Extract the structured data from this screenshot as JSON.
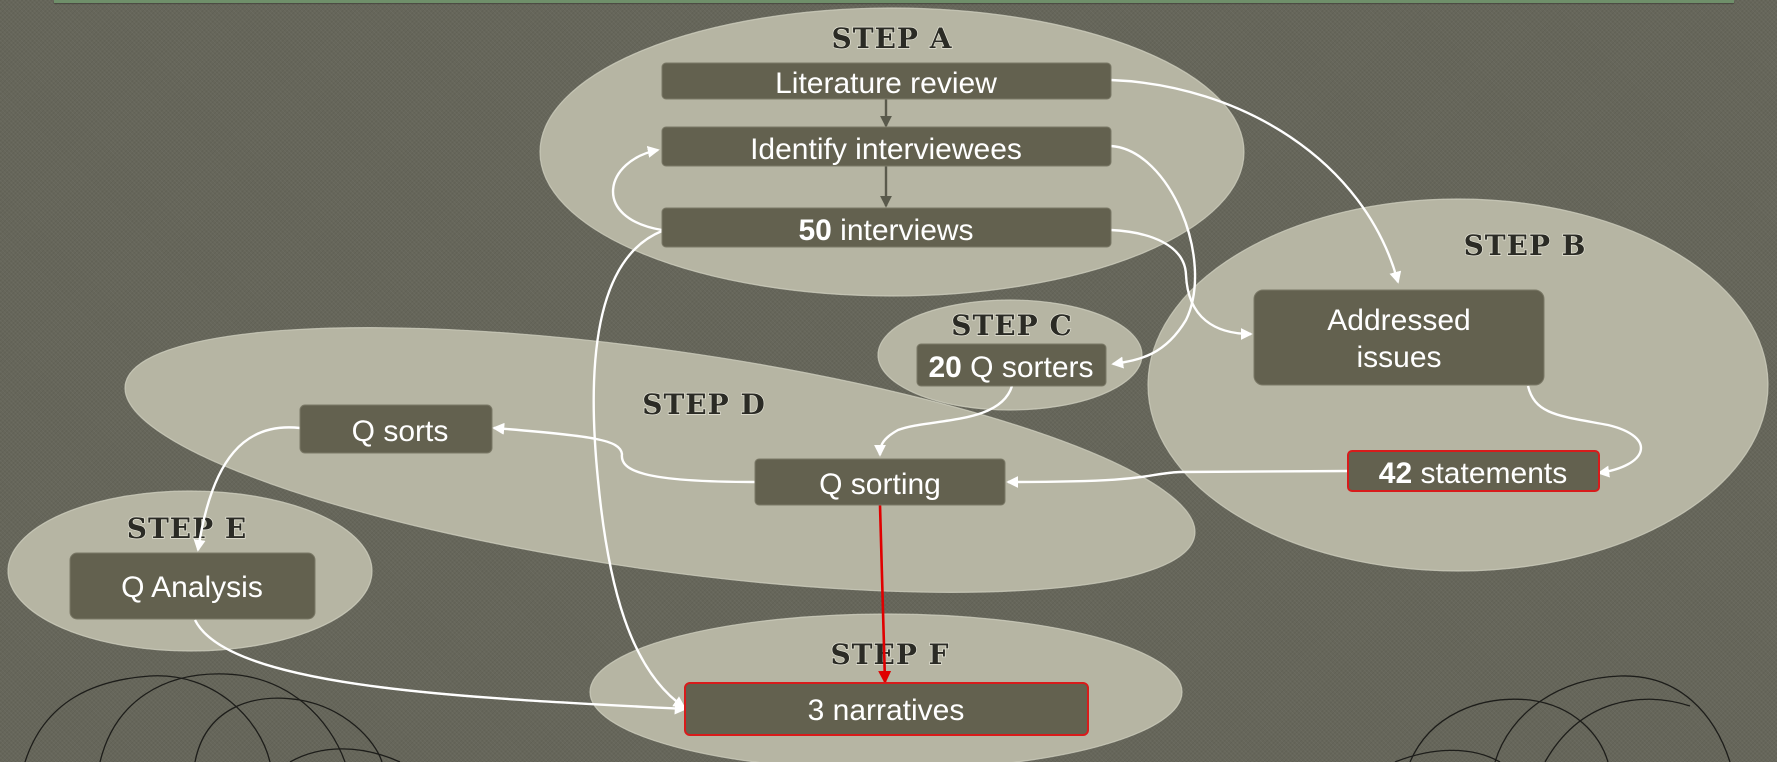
{
  "steps": {
    "a": "STEP A",
    "b": "STEP B",
    "c": "STEP C",
    "d": "STEP D",
    "e": "STEP E",
    "f": "STEP F"
  },
  "nodes": {
    "literature_review": "Literature review",
    "identify_interviewees": "Identify interviewees",
    "interviews": {
      "count": "50",
      "text": " interviews"
    },
    "addressed_issues": {
      "line1": "Addressed",
      "line2": "issues"
    },
    "q_sorters": {
      "count": "20",
      "text": " Q sorters"
    },
    "q_sorts": "Q sorts",
    "q_sorting": "Q sorting",
    "statements": {
      "count": "42",
      "text": " statements"
    },
    "q_analysis": "Q Analysis",
    "narratives": "3 narratives"
  },
  "colors": {
    "background": "#66665a",
    "lobe": "#b6b5a3",
    "box": "#63614f",
    "highlight": "#d81b1b",
    "arrow": "#ffffff"
  }
}
